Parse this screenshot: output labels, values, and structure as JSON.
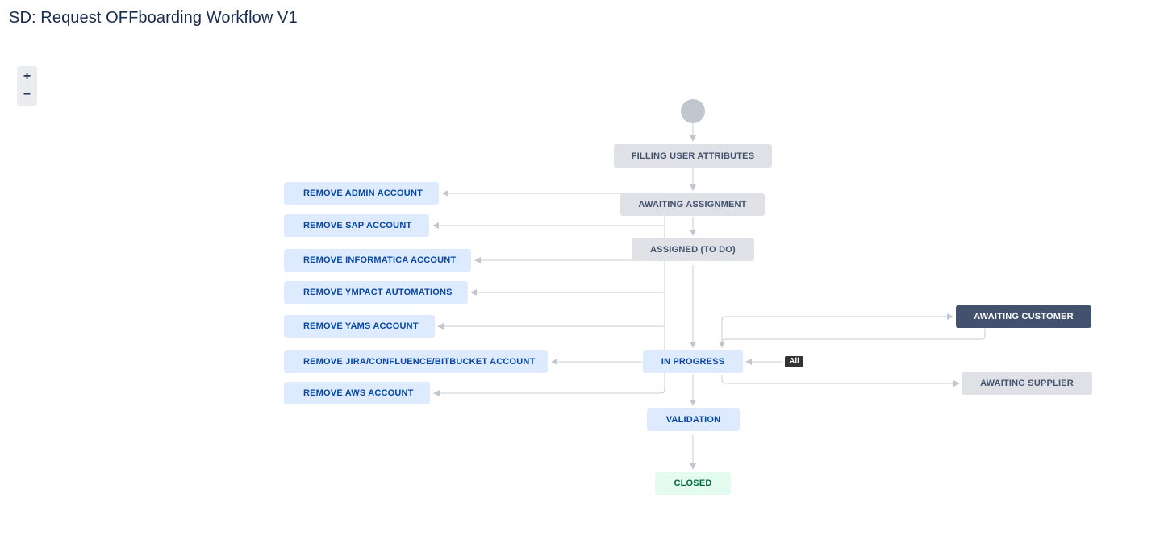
{
  "header": {
    "title": "SD: Request OFFboarding Workflow V1"
  },
  "zoom": {
    "zoom_in": "+",
    "zoom_out": "−"
  },
  "statuses": {
    "filling_user_attributes": "FILLING USER ATTRIBUTES",
    "awaiting_assignment": "AWAITING ASSIGNMENT",
    "assigned_to_do": "ASSIGNED (TO DO)",
    "in_progress": "IN PROGRESS",
    "validation": "VALIDATION",
    "closed": "CLOSED",
    "awaiting_customer": "AWAITING CUSTOMER",
    "awaiting_supplier": "AWAITING SUPPLIER",
    "remove_admin_account": "REMOVE ADMIN ACCOUNT",
    "remove_sap_account": "REMOVE SAP ACCOUNT",
    "remove_informatica_account": "REMOVE INFORMATICA ACCOUNT",
    "remove_ympact_automations": "REMOVE YMPACT AUTOMATIONS",
    "remove_yams_account": "REMOVE YAMS ACCOUNT",
    "remove_jira_confluence_bitbucket_account": "REMOVE JIRA/CONFLUENCE/BITBUCKET ACCOUNT",
    "remove_aws_account": "REMOVE AWS ACCOUNT"
  },
  "global_transition_badge": "All",
  "colors": {
    "todo_status": "#dfe1e6",
    "in_progress_status": "#deebff",
    "done_status": "#e3fcef",
    "selected_status": "#42526e",
    "connector": "#c1c7d0"
  }
}
